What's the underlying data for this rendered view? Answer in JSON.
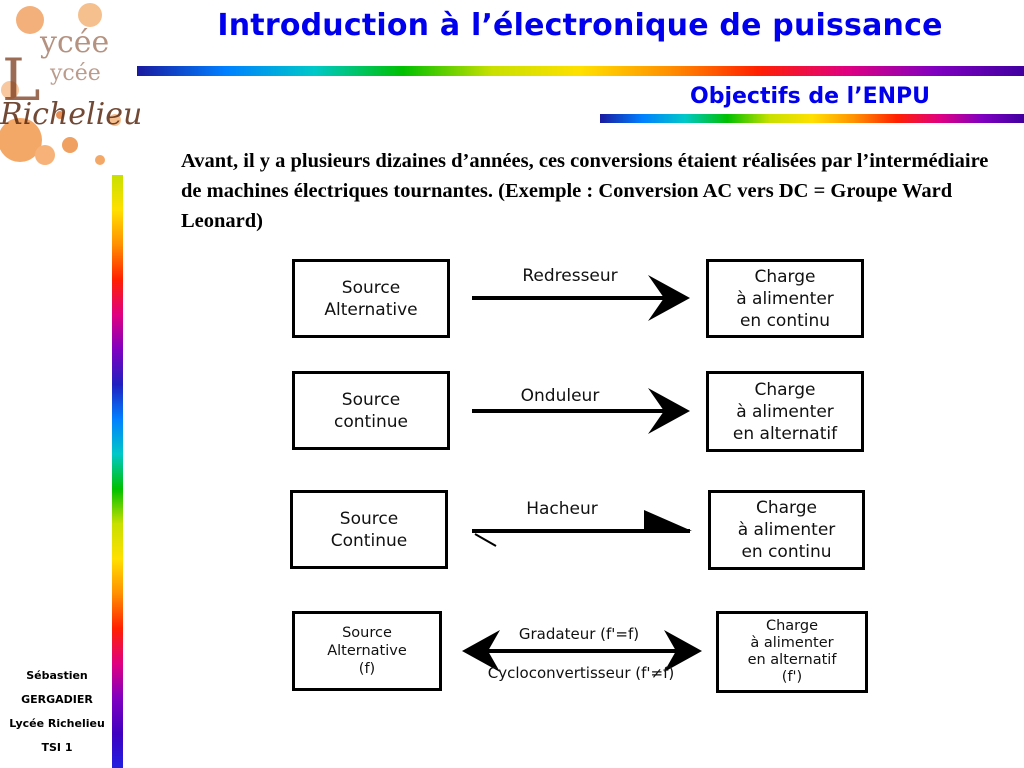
{
  "header": {
    "title": "Introduction à l’électronique de puissance",
    "subtitle": "Objectifs de l’ENPU"
  },
  "logo": {
    "text": [
      "L",
      "ycée",
      "Richelieu"
    ]
  },
  "footer": {
    "author": [
      "Sébastien",
      "GERGADIER",
      "Lycée Richelieu",
      "TSI 1"
    ]
  },
  "content": {
    "paragraph": "Avant, il y a plusieurs dizaines d’années, ces conversions étaient réalisées par l’intermédiaire de machines électriques tournantes. (Exemple : Conversion AC vers DC = Groupe Ward Leonard)"
  },
  "diagram": {
    "rows": [
      {
        "source": "Source\nAlternative",
        "converter": "Redresseur",
        "load": "Charge\nà alimenter\nen continu"
      },
      {
        "source": "Source\ncontinue",
        "converter": "Onduleur",
        "load": "Charge\nà alimenter\nen alternatif"
      },
      {
        "source": "Source\nContinue",
        "converter": "Hacheur",
        "load": "Charge\nà alimenter\nen continu"
      },
      {
        "source": "Source\nAlternative\n(f)",
        "converter": "Gradateur (f'=f)",
        "converter2": "Cycloconvertisseur (f'≠f)",
        "load": "Charge\nà alimenter\nen alternatif\n(f')"
      }
    ]
  },
  "colors": {
    "title": "#0000ee",
    "text": "#000000"
  }
}
